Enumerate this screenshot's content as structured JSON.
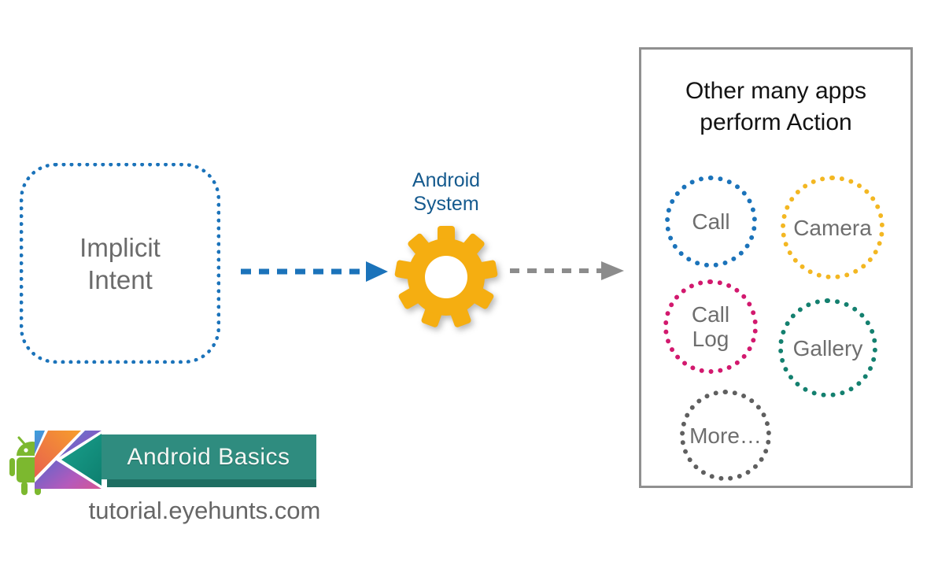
{
  "page": {
    "background": "#ffffff"
  },
  "intent_box": {
    "label": "Implicit\nIntent",
    "border_color": "#1B73BA",
    "text_color": "#6B6B6B"
  },
  "android_system": {
    "label": "Android\nSystem",
    "text_color": "#155A8E",
    "gear_icon": "gear-icon",
    "gear_color": "#F5AE11"
  },
  "arrows": {
    "intent_to_system": {
      "style": "dashed",
      "color": "#1B73BA"
    },
    "system_to_apps": {
      "style": "dashed",
      "color": "#8C8C8C"
    }
  },
  "apps_panel": {
    "title": "Other many apps\nperform Action",
    "border_color": "#909090",
    "label_text_color": "#6E6E6E",
    "apps": [
      {
        "label": "Call",
        "circle_color": "#1B73BA"
      },
      {
        "label": "Camera",
        "circle_color": "#F3B722"
      },
      {
        "label": "Call\nLog",
        "circle_color": "#D2196E"
      },
      {
        "label": "Gallery",
        "circle_color": "#14806F"
      },
      {
        "label": "More…",
        "circle_color": "#5F5F5F"
      }
    ]
  },
  "branding": {
    "banner_label": "Android Basics",
    "banner_color": "#2F8C7F",
    "banner_edge_color": "#1F6E62",
    "website": "tutorial.eyehunts.com",
    "kotlin_logo_icon": "kotlin-logo",
    "android_robot_icon": "android-robot-icon",
    "android_robot_color": "#7CB82F"
  }
}
